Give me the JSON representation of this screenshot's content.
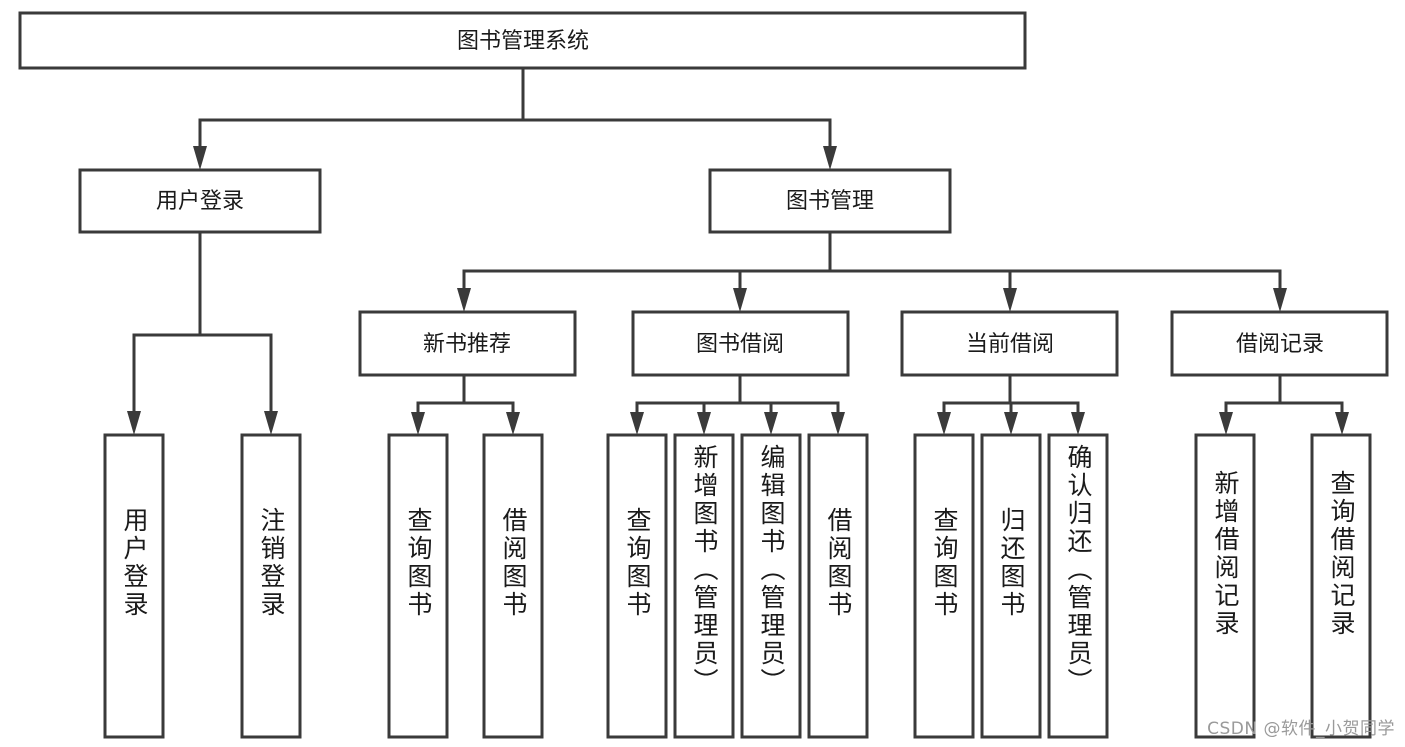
{
  "diagram": {
    "type": "tree-hierarchy",
    "title": "图书管理系统",
    "watermark": "CSDN @软件_小贺同学",
    "colors": {
      "background": "#ffffff",
      "line": "#3a3a3a",
      "box_fill": "#ffffff",
      "text": "#1a1a1a",
      "watermark": "#9a9a9a"
    },
    "root": {
      "id": "root",
      "label": "图书管理系统",
      "level": 0
    },
    "level1": [
      {
        "id": "user-login",
        "label": "用户登录",
        "level": 1
      },
      {
        "id": "book-manage",
        "label": "图书管理",
        "level": 1
      }
    ],
    "level2": [
      {
        "id": "new-book-rec",
        "label": "新书推荐",
        "level": 2,
        "parent": "book-manage"
      },
      {
        "id": "book-borrow",
        "label": "图书借阅",
        "level": 2,
        "parent": "book-manage"
      },
      {
        "id": "current-borrow",
        "label": "当前借阅",
        "level": 2,
        "parent": "book-manage"
      },
      {
        "id": "borrow-record",
        "label": "借阅记录",
        "level": 2,
        "parent": "book-manage"
      }
    ],
    "leaves": [
      {
        "id": "leaf-user-login",
        "label": "用户登录",
        "parent": "user-login"
      },
      {
        "id": "leaf-logout-login",
        "label": "注销登录",
        "parent": "user-login"
      },
      {
        "id": "leaf-query-book-1",
        "label": "查询图书",
        "parent": "new-book-rec"
      },
      {
        "id": "leaf-borrow-book-1",
        "label": "借阅图书",
        "parent": "new-book-rec"
      },
      {
        "id": "leaf-query-book-2",
        "label": "查询图书",
        "parent": "book-borrow"
      },
      {
        "id": "leaf-add-book",
        "label": "新增图书（管理员）",
        "parent": "book-borrow"
      },
      {
        "id": "leaf-edit-book",
        "label": "编辑图书（管理员）",
        "parent": "book-borrow"
      },
      {
        "id": "leaf-borrow-book-2",
        "label": "借阅图书",
        "parent": "book-borrow"
      },
      {
        "id": "leaf-query-book-3",
        "label": "查询图书",
        "parent": "current-borrow"
      },
      {
        "id": "leaf-return-book",
        "label": "归还图书",
        "parent": "current-borrow"
      },
      {
        "id": "leaf-confirm-return",
        "label": "确认归还（管理员）",
        "parent": "current-borrow"
      },
      {
        "id": "leaf-add-record",
        "label": "新增借阅记录",
        "parent": "borrow-record"
      },
      {
        "id": "leaf-query-record",
        "label": "查询借阅记录",
        "parent": "borrow-record"
      }
    ]
  }
}
